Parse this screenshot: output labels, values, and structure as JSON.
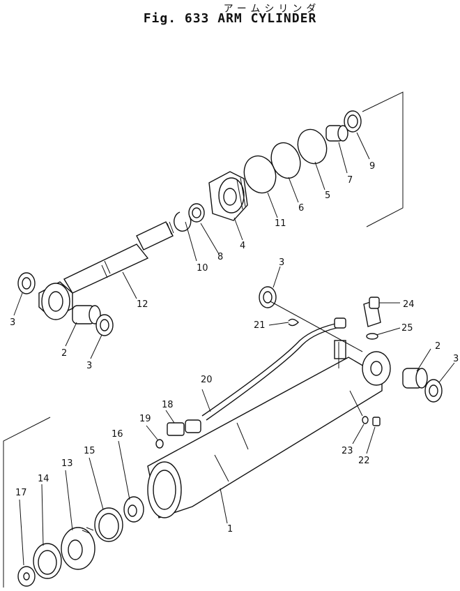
{
  "title_japanese": "アームシリンダ",
  "title": "Fig. 633 ARM CYLINDER",
  "callouts": [
    "1",
    "2",
    "3",
    "4",
    "5",
    "6",
    "7",
    "8",
    "9",
    "10",
    "11",
    "12",
    "13",
    "14",
    "15",
    "16",
    "17",
    "18",
    "19",
    "20",
    "21",
    "22",
    "23",
    "24",
    "25"
  ]
}
